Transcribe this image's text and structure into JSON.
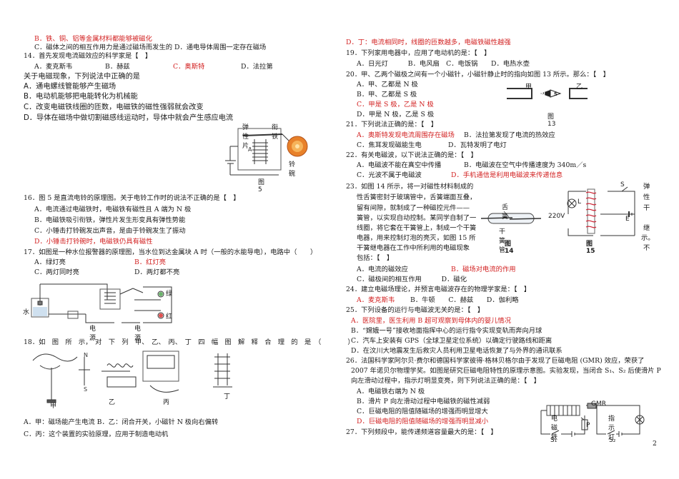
{
  "page_number": "2",
  "left": {
    "q13_b": "B．铁、铜、铝等金属材料都能够被磁化",
    "q13_cd": "C．磁体之间的相互作用力是通过磁场而发生的 D．通电导体周围一定存在磁场",
    "q14": "14．首先发现电流磁效应的科学家是【　】",
    "q14_a": "A．麦克斯韦",
    "q14_b": "B．赫兹",
    "q14_c": "C．奥斯特",
    "q14_d": "D．法拉第",
    "q15": "关于电磁现象，下列说法中正确的是",
    "q15_a": "A．通电螺线管能够产生磁场",
    "q15_b": "B．电动机能够把电能转化为机械能",
    "q15_c": "C．改变电磁铁线圈的匝数，电磁铁的磁性强弱就会改变",
    "q15_d": "D．导体在磁场中做切割磁感线运动时，导体中就会产生感应电流",
    "fig5_spring": "弹性片",
    "fig5_iron": "衔铁",
    "fig5_bowl": "铃碗",
    "fig5_caption": "图 5",
    "q16": "16．图 5 是直流电铃的原理图。关于电铃工作时的说法不正确的是【　】",
    "q16_a": "A．电流通过电磁铁时，电磁铁有磁性且 A 端为 N 极",
    "q16_b": "B．电磁铁吸引衔铁，弹性片发生形变具有弹性势能",
    "q16_c": "C．小锤击打铃碗发出声音，是由于铃碗发生了振动",
    "q16_d": "D．小锤击打铃碗时，电磁铁仍具有磁性",
    "q17": "17．如图是一种水位报警器的原理图，当水位到达金属块 A 时（一般的水能导电），电路中（　　）",
    "q17_a": "A．绿灯亮",
    "q17_b": "B．红灯亮",
    "q17_c": "C．两灯同时亮",
    "q17_d": "D．两灯都不亮",
    "fig17_water": "水",
    "fig17_src1": "电源",
    "fig17_src2": "电源",
    "fig17_green": "绿",
    "fig17_red": "红",
    "q18": "18．如　图　所　示，　对　下　列　甲、　乙、　丙、　丁　四　幅　图　解　释　合　理　的　是　（　　　　）",
    "fig18_jia": "甲",
    "fig18_yi": "乙",
    "fig18_bing": "丙",
    "fig18_ding": "丁",
    "q18_ab": "A．甲：磁场能产生电流 B．乙：闭合开关，小磁针 N 极向右偏转",
    "q18_c": "C．丙：这个装置的实验原理，应用于制造电动机"
  },
  "right": {
    "q18_d": "D．丁：电流相同时，线圈的匝数越多，电磁铁磁性越强",
    "q19": "19．下列家用电器中，应用了电动机的是：【　】",
    "q19_opts": "A．日光灯　　　B．电风扇　C．电饭锅　　D．电热水壶",
    "q20": "20．甲、乙两个磁极之间有一个小磁针，小磁针静止时的指向如图 13 所示。那么：【　】",
    "q20_a": "A．甲、乙都是 N 极",
    "q20_b": "B．甲、乙都是 S 极",
    "q20_c": "C．甲是 S 极，乙是 N 极",
    "q20_d": "D．甲是 N 极，乙是 S 极",
    "fig13_jia": "甲",
    "fig13_yi": "乙",
    "fig13_caption": "图 13",
    "q21": "21．下列说法正确的是：【　】",
    "q21_a": "A．奥斯特发现电流周围存在磁场",
    "q21_b": "B．法拉第发现了电流的热效应",
    "q21_cd": "C．焦耳发现磁能生电　　　　D．瓦特发明了电灯",
    "q22": "22．有关电磁波，以下说法正确的是：【　】",
    "q22_a": "A．电磁波不能在真空中传播",
    "q22_b": "B．电磁波在空气中传播速度为 340m／s",
    "q22_c": "C．光波不属于电磁波",
    "q22_d": "D．手机通信是利用电磁波来传递信息",
    "q23_l1": "23．如图 14 所示，将一对磁性材料制成的",
    "q23_l2": "性舌簧密封于玻璃管中，舌簧端面互叠，",
    "q23_l3": "留有间隙，就制成了一种磁控元件——",
    "q23_l4": "簧管，以实现自动控制。某同学自制了一",
    "q23_l5": "线圈，将它套在干簧管上，制成一个干簧",
    "q23_l6": "电器，用来控制灯泡的亮灭，如图 15 所",
    "q23_l7": "干簧继电器在工作中所利用的电磁现象",
    "q23_l8": "包括：【　】",
    "q23_side1": "弹",
    "q23_side2": "性",
    "q23_side3": "干",
    "q23_side4": "继",
    "q23_side5": "示。",
    "q23_side6": "不",
    "fig14_reed": "舌簧",
    "fig14_tube": "干簧管",
    "fig14_caption": "图 14",
    "fig15_volt": "220V",
    "fig15_l": "L",
    "fig15_s": "S",
    "fig15_e": "E",
    "fig15_caption": "图 15",
    "q23_a": "A．电流的磁效应",
    "q23_b": "B．磁场对电流的作用",
    "q23_cd": "C．磁极间的相互作用　　　D．磁化",
    "q24": "24．建立电磁场理论，并预言电磁波存在的物理学家是：【　】",
    "q24_a": "A．麦克斯韦",
    "q24_bcd": "B．牛顿　　C．赫兹　　D．伽利略",
    "q25": "25．下列设备的运行与电磁波无关的是：【　】",
    "q25_a": "A．医院里，医生利用 B 超可观察到母体内的婴儿情况",
    "q25_b": "B．“嫦娥一号”接收地面指挥中心的运行指令实现变轨而奔向月球",
    "q25_c": "C．汽车上安装有 GPS（全球卫星定位系统）以确定行驶路线和距离",
    "q25_d": "D．在汶川大地震发生后救灾人员利用卫星电话恢复了与外界的通讯联系",
    "q26_l1": "26．法国科学家阿尔贝·费尔和德国科学家彼得·格林贝格尔由于发现了巨磁电阻 (GMR) 效应，荣获了",
    "q26_l2": "2007 年诺贝尔物理学奖。如图是研究巨磁电阻特性的原理示意图。实验发现，当闭合 S₁、S₂ 后使滑片 P",
    "q26_l3": "向左滑动过程中，指示灯明显变亮，则下列说法正确的是：【　】",
    "q26_a": "A．电磁铁右端为 N 极",
    "q26_b": "B．滑片 P 向左滑动过程中电磁铁的磁性减弱",
    "q26_c": "C．巨磁电阻的阻值随磁场的增强而明显增大",
    "q26_d": "D．巨磁电阻的阻值随磁场的增强而明显减小",
    "fig26_magnet": "电磁铁",
    "fig26_gmr": "GMR",
    "fig26_lamp": "指示灯",
    "fig26_p": "P",
    "fig26_s1": "S₁",
    "fig26_s2": "S₂",
    "q27": "27．下列频段中，能传递频道容量最大的是：【　】"
  }
}
